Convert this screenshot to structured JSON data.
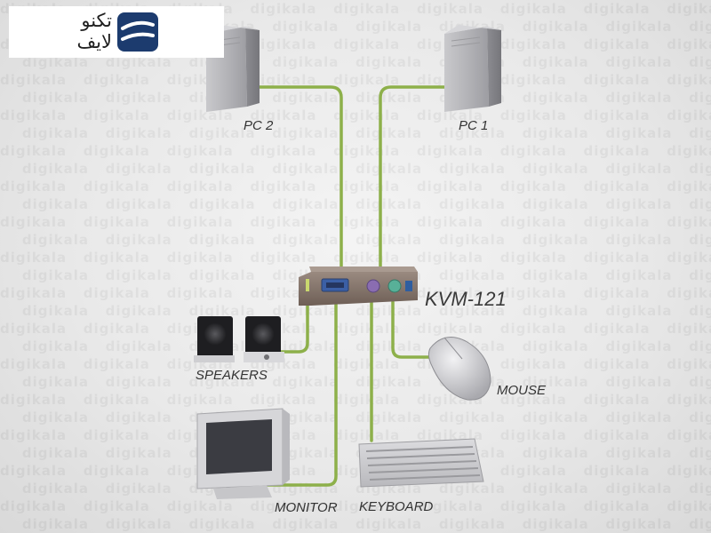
{
  "logo": {
    "line1": "تکنو",
    "line2": "لایف"
  },
  "watermark_text": "digikala",
  "device": {
    "name": "KVM-121"
  },
  "labels": {
    "pc2": "PC 2",
    "pc1": "PC 1",
    "speakers": "SPEAKERS",
    "mouse": "MOUSE",
    "monitor": "MONITOR",
    "keyboard": "KEYBOARD"
  },
  "colors": {
    "cable": "#8db04a",
    "brand": "#1c3b6e",
    "device_body": "#7d6b60"
  }
}
